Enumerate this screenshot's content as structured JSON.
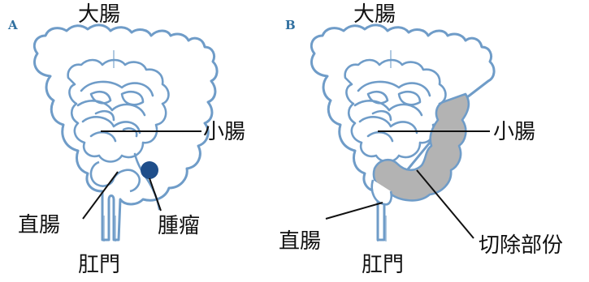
{
  "panel_a": {
    "marker": "A",
    "large_intestine": "大腸",
    "small_intestine": "小腸",
    "rectum": "直腸",
    "tumor": "腫瘤",
    "anus": "肛門"
  },
  "panel_b": {
    "marker": "B",
    "large_intestine": "大腸",
    "small_intestine": "小腸",
    "rectum": "直腸",
    "resected_part": "切除部份",
    "anus": "肛門"
  },
  "colors": {
    "outline": "#6f9cc8",
    "tumor": "#1f4e8a",
    "resected_fill": "#b3b3b3",
    "leader": "#111111"
  }
}
